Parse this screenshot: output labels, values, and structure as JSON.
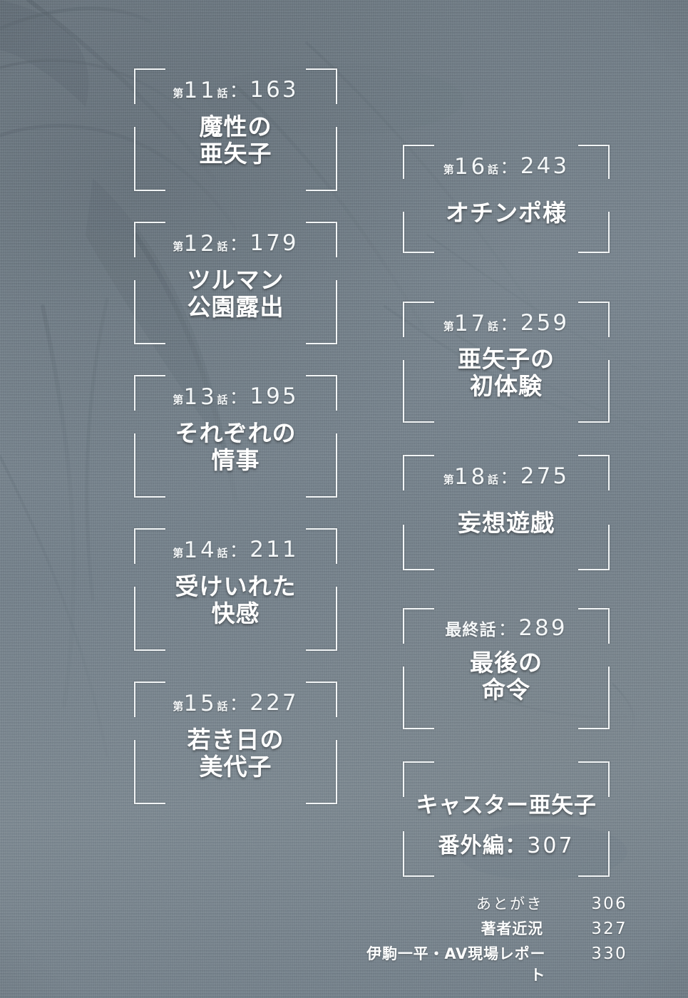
{
  "page": {
    "kind": "manga-table-of-contents",
    "background_color": "#6e7a83",
    "frame_color": "#f2f5f6",
    "text_color": "#ffffff"
  },
  "columns": {
    "left": [
      {
        "prefix": "第",
        "number": "11",
        "unit": "話",
        "separator": "：",
        "page": "163",
        "title_line1": "魔性の",
        "title_line2": "亜矢子"
      },
      {
        "prefix": "第",
        "number": "12",
        "unit": "話",
        "separator": "：",
        "page": "179",
        "title_line1": "ツルマン",
        "title_line2": "公園露出"
      },
      {
        "prefix": "第",
        "number": "13",
        "unit": "話",
        "separator": "：",
        "page": "195",
        "title_line1": "それぞれの",
        "title_line2": "情事"
      },
      {
        "prefix": "第",
        "number": "14",
        "unit": "話",
        "separator": "：",
        "page": "211",
        "title_line1": "受けいれた",
        "title_line2": "快感"
      },
      {
        "prefix": "第",
        "number": "15",
        "unit": "話",
        "separator": "：",
        "page": "227",
        "title_line1": "若き日の",
        "title_line2": "美代子"
      }
    ],
    "right": [
      {
        "prefix": "第",
        "number": "16",
        "unit": "話",
        "separator": "：",
        "page": "243",
        "title_line1": "オチンポ様",
        "title_line2": ""
      },
      {
        "prefix": "第",
        "number": "17",
        "unit": "話",
        "separator": "：",
        "page": "259",
        "title_line1": "亜矢子の",
        "title_line2": "初体験"
      },
      {
        "prefix": "第",
        "number": "18",
        "unit": "話",
        "separator": "：",
        "page": "275",
        "title_line1": "妄想遊戯",
        "title_line2": ""
      },
      {
        "final_label": "最終話",
        "separator": "：",
        "page": "289",
        "title_line1": "最後の",
        "title_line2": "命令"
      }
    ]
  },
  "bonus": {
    "line1": "キャスター亜矢子",
    "line2_label": "番外編",
    "separator": "：",
    "page": "307"
  },
  "backmatter": [
    {
      "label": "あとがき",
      "page": "306"
    },
    {
      "label": "著者近況",
      "page": "327"
    },
    {
      "label": "伊駒一平・AV現場レポート",
      "page": "330"
    }
  ]
}
